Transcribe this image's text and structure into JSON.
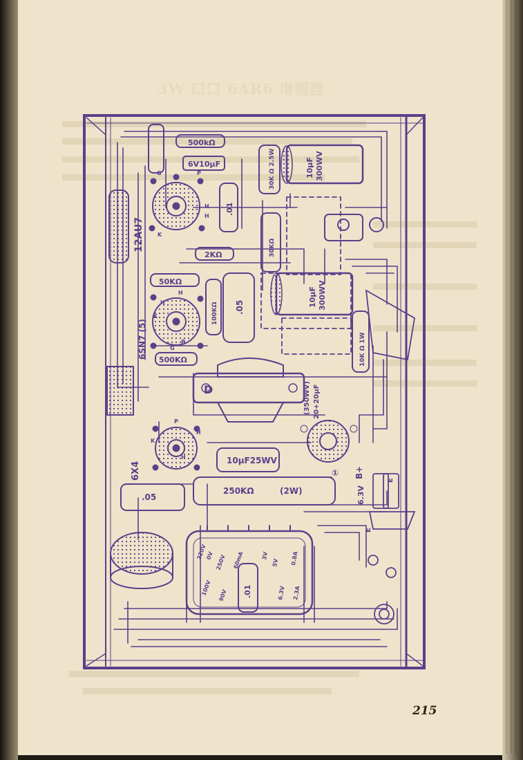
{
  "page": {
    "heading": "3W 口口 6AR6 增幅器",
    "number": "215",
    "colors": {
      "paper": "#f0e6cf",
      "ink": "#5a3f8a",
      "margin": "#2b2418",
      "bleed": "#e4d7bb"
    }
  },
  "diagram": {
    "tubes": {
      "v1": {
        "label": "12AU7",
        "pins": [
          "G",
          "P",
          "K",
          "H",
          "H"
        ]
      },
      "v2": {
        "label": "6SN7 (5)",
        "pins": [
          "K",
          "H",
          "H",
          "G",
          "P"
        ]
      },
      "v3": {
        "label": "6X4",
        "pins": [
          "K",
          "P",
          "H",
          "H"
        ]
      }
    },
    "components": {
      "r_500k_top": "500kΩ",
      "c_6v10uf": "6V10μF",
      "r_30k_25w_a": "30K Ω 2.5W",
      "c_10uf_300wv_a_v": "10μF",
      "c_10uf_300wv_a_w": "300WV",
      "c_01_a": ".01",
      "r_30k_a": "30KΩ",
      "r_2k": "2KΩ",
      "r_50k": "50KΩ",
      "r_100k": "100KΩ",
      "c_05_a": ".05",
      "c_10uf_300wv_b_v": "10μF",
      "c_10uf_300wv_b_w": "300WV",
      "r_10k_1w": "10K Ω 1W",
      "r_500k_b": "500KΩ",
      "choke": "D",
      "c_multi_a": "(350WV)",
      "c_multi_b": "20+20μF",
      "c_10uf_25wv": "10μF25WV",
      "r_250k_v": "250KΩ",
      "r_250k_w": "(2W)",
      "c_05_b": ".05",
      "c_01_b": ".01",
      "tx_250v": "250V",
      "tx_0v": "0V",
      "tx_220v": "220V",
      "tx_100v": "100V",
      "tx_90v": "90V",
      "tx_60ma": "60mA",
      "tx_5v": "5V",
      "tx_08a": "0.8A",
      "tx_63v": "6.3V",
      "tx_23a": "2.3A",
      "tx_3v": "3V",
      "term_63v": "6.3V",
      "term_bplus": "B+",
      "term_e_a": "E",
      "term_e_b": "E",
      "circled_1": "①"
    }
  }
}
